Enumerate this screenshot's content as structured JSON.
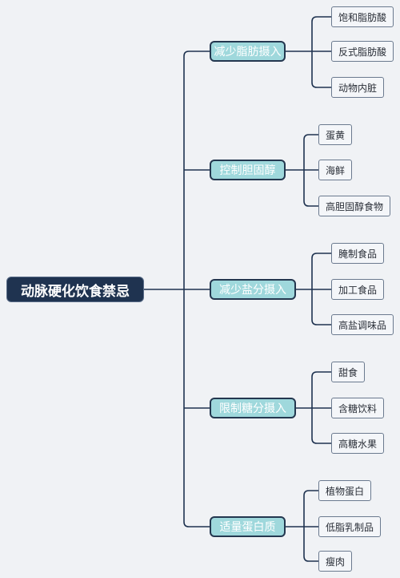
{
  "root": {
    "label": "动脉硬化饮食禁忌"
  },
  "branches": [
    {
      "label": "减少脂肪摄入",
      "items": [
        "饱和脂肪酸",
        "反式脂肪酸",
        "动物内脏"
      ]
    },
    {
      "label": "控制胆固醇",
      "items": [
        "蛋黄",
        "海鲜",
        "高胆固醇食物"
      ]
    },
    {
      "label": "减少盐分摄入",
      "items": [
        "腌制食品",
        "加工食品",
        "高盐调味品"
      ]
    },
    {
      "label": "限制糖分摄入",
      "items": [
        "甜食",
        "含糖饮料",
        "高糖水果"
      ]
    },
    {
      "label": "适量蛋白质",
      "items": [
        "植物蛋白",
        "低脂乳制品",
        "瘦肉"
      ]
    }
  ],
  "colors": {
    "line": "#1f3350",
    "root_bg": "#1f3350",
    "branch_bg": "#9fd8dc",
    "leaf_bg": "#f4f6f9"
  }
}
